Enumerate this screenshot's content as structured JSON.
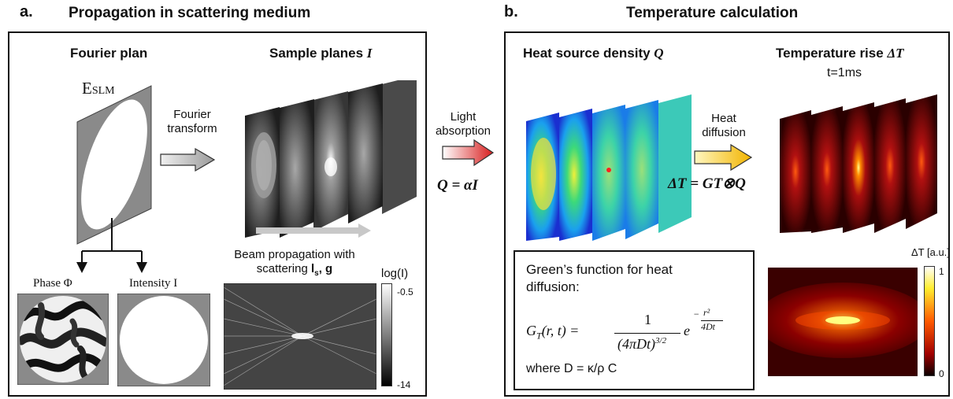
{
  "panel_a": {
    "label": "a.",
    "title": "Propagation in scattering medium",
    "fourier_plan": "Fourier plan",
    "e_slm_E": "E",
    "e_slm_sub": "SLM",
    "fourier_transform_1": "Fourier",
    "fourier_transform_2": "transform",
    "sample_planes": "Sample planes",
    "sample_planes_var": "I",
    "phase_label": "Phase Φ",
    "intensity_label": "Intensity I",
    "beam_prop_1": "Beam propagation with",
    "beam_prop_2": "scattering",
    "beam_ls": "l",
    "beam_ls_sub": "s",
    "beam_g": ", g",
    "colorbar_label": "log(I)",
    "colorbar_max": "-0.5",
    "colorbar_min": "-14"
  },
  "middle": {
    "light_absorption_1": "Light",
    "light_absorption_2": "absorption",
    "equation": "Q = αI"
  },
  "panel_b": {
    "label": "b.",
    "title": "Temperature calculation",
    "heat_source": "Heat source density",
    "heat_source_var": "Q",
    "temp_rise": "Temperature rise",
    "temp_rise_var": "ΔT",
    "time": "t=1ms",
    "heat_diffusion_1": "Heat",
    "heat_diffusion_2": "diffusion",
    "equation": "ΔT = GT⊗Q",
    "greens_1": "Green’s function for heat",
    "greens_2": "diffusion:",
    "greens_lhs": "G",
    "greens_lhs_sub": "T",
    "greens_lhs_args": "(r, t) =",
    "greens_num": "1",
    "greens_den": "(4πDt)",
    "greens_den_exp": "3/2",
    "greens_e": "e",
    "greens_exp_num": "r²",
    "greens_exp_den": "4Dt",
    "where": "where D = κ/ρ C",
    "colorbar_label": "ΔT [a.u.]",
    "colorbar_max": "1",
    "colorbar_min": "0"
  },
  "colors": {
    "heat_accent": "#ffd400",
    "arrow_red": "#d81e1e",
    "arrow_grey": "#b0b0b0"
  }
}
